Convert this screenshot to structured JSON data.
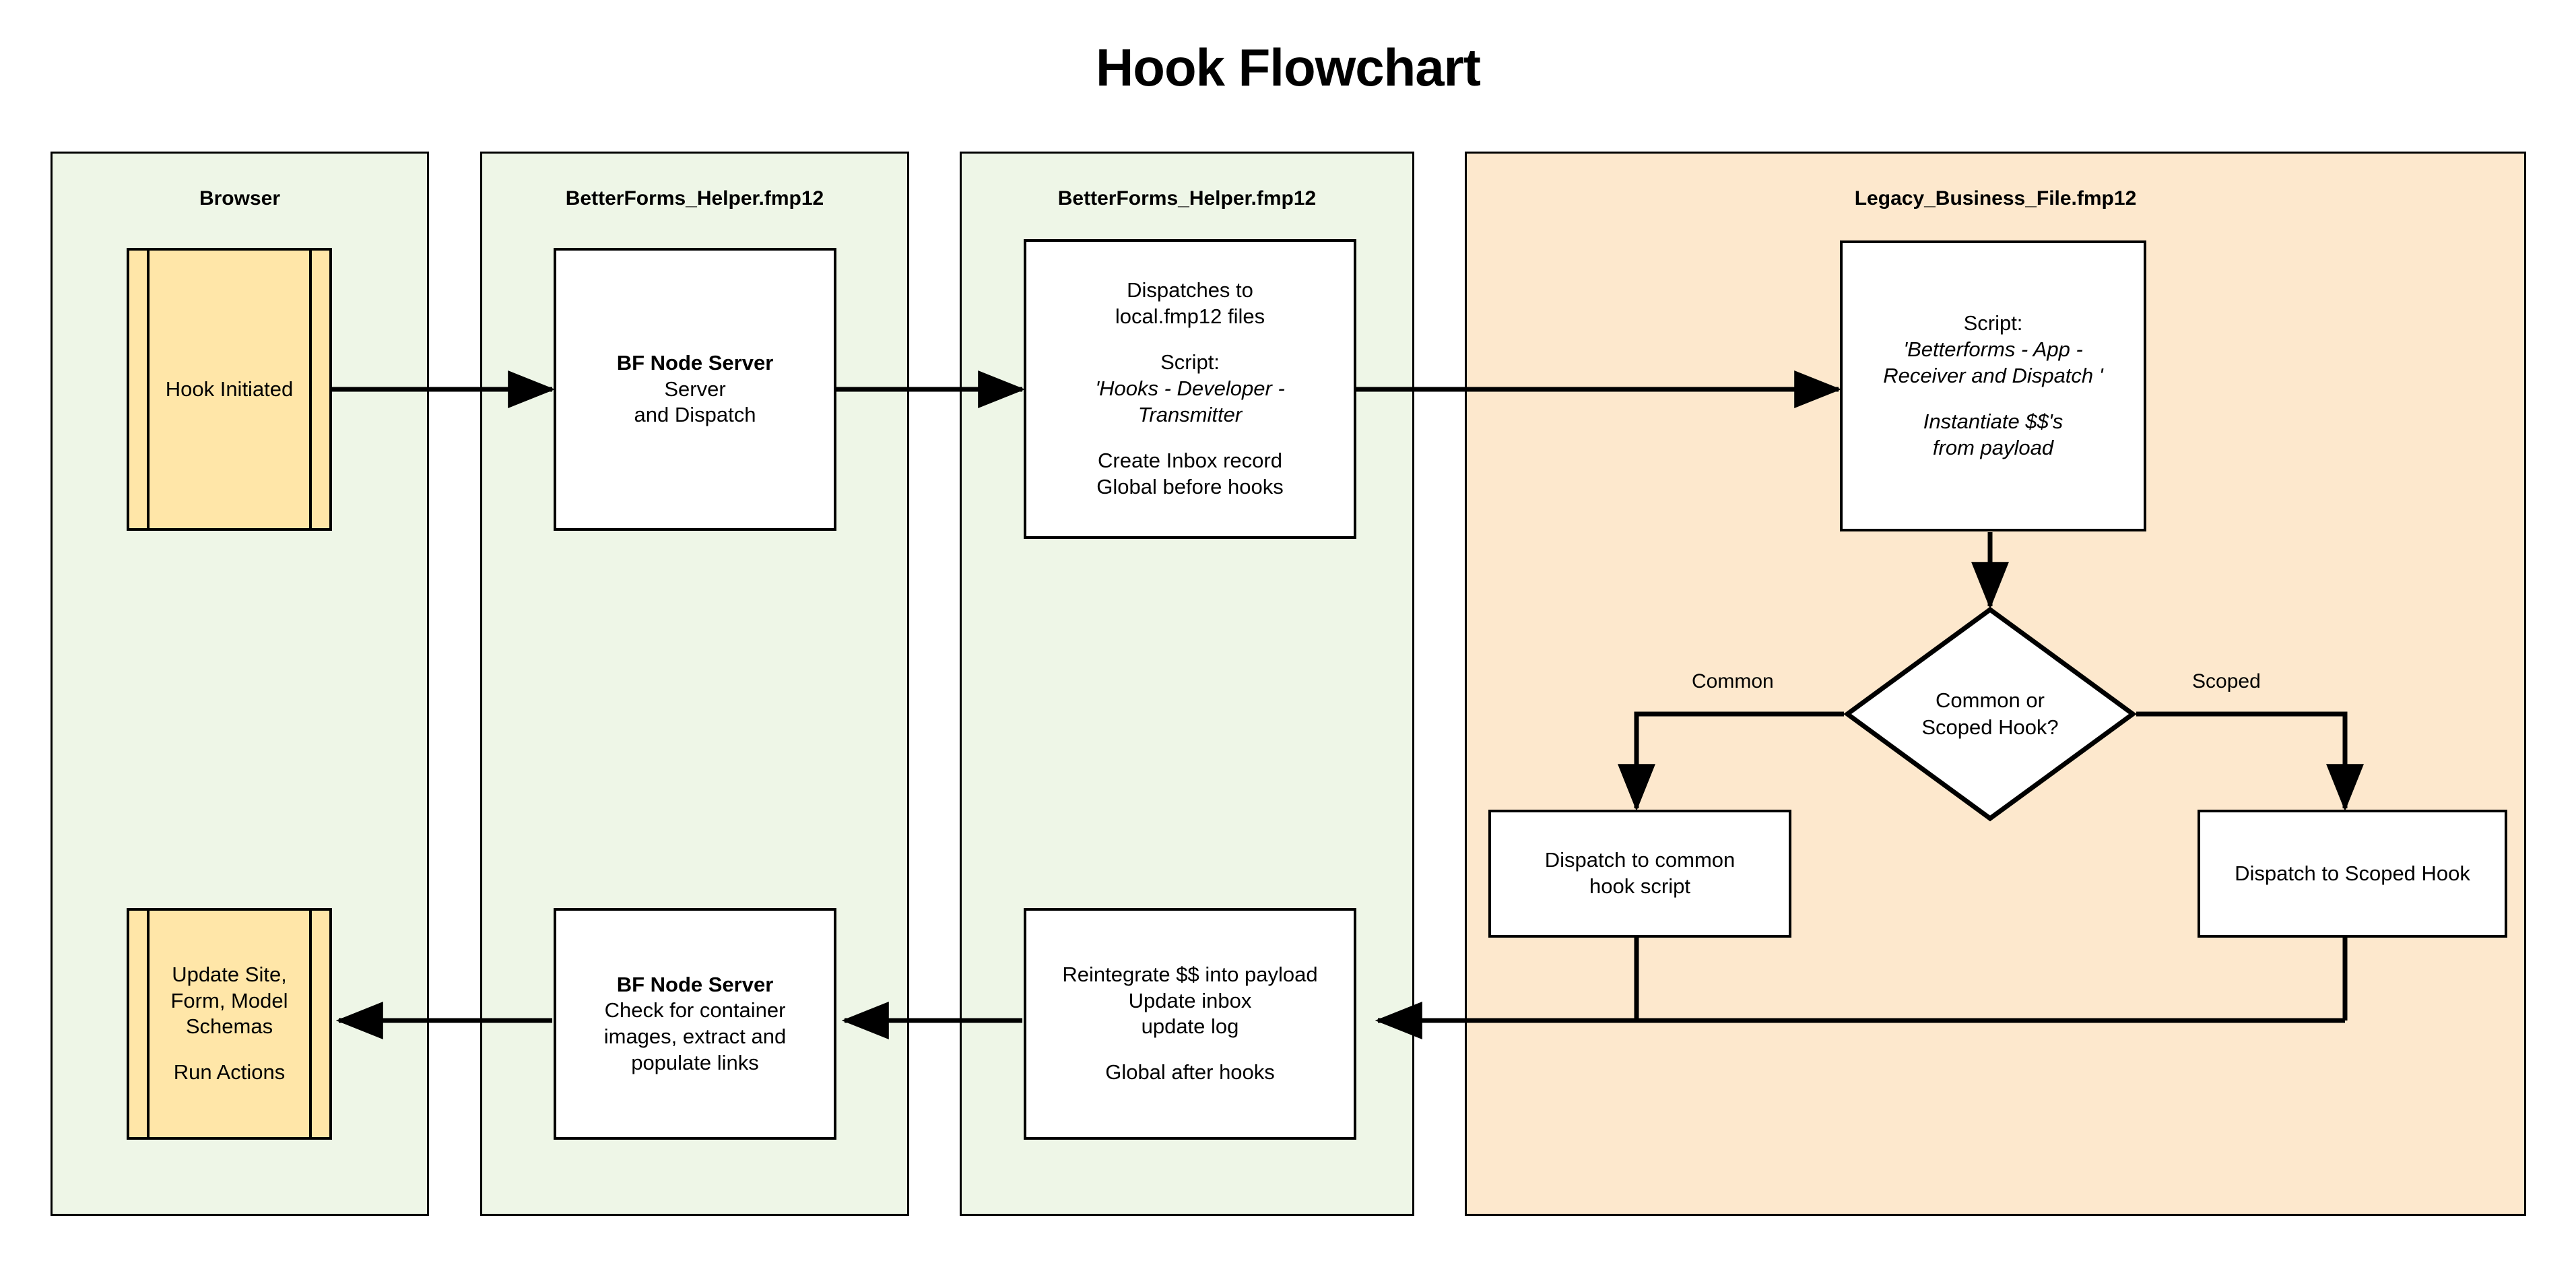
{
  "title": "Hook Flowchart",
  "colors": {
    "lane_green": "#eef6e7",
    "lane_orange": "#fde8cd",
    "predefined_fill": "#ffe6a8",
    "node_fill": "#ffffff",
    "stroke": "#000000"
  },
  "lanes": [
    {
      "id": "browser",
      "label": "Browser"
    },
    {
      "id": "helper-left",
      "label": "BetterForms_Helper.fmp12"
    },
    {
      "id": "helper-right",
      "label": "BetterForms_Helper.fmp12"
    },
    {
      "id": "legacy",
      "label": "Legacy_Business_File.fmp12"
    }
  ],
  "nodes": {
    "hook_initiated": {
      "text": "Hook Initiated"
    },
    "bf_node_server_top": {
      "line1": "BF Node Server",
      "line2": "Server",
      "line3": "and Dispatch"
    },
    "transmitter": {
      "line1": "Dispatches to",
      "line2": "local.fmp12 files",
      "line3": "Script:",
      "line4": "'Hooks - Developer -",
      "line5": "Transmitter",
      "line6": "Create Inbox record",
      "line7": "Global before hooks"
    },
    "receiver": {
      "line1": "Script:",
      "line2": "'Betterforms - App -",
      "line3": "Receiver and Dispatch '",
      "line4": "Instantiate $$'s",
      "line5": "from payload"
    },
    "decision": {
      "line1": "Common or",
      "line2": "Scoped Hook?"
    },
    "dispatch_common": {
      "line1": "Dispatch to common",
      "line2": "hook script"
    },
    "dispatch_scoped": {
      "line1": "Dispatch to Scoped Hook"
    },
    "reintegrate": {
      "line1": "Reintegrate $$ into payload",
      "line2": "Update inbox",
      "line3": "update log",
      "line4": "Global after hooks"
    },
    "bf_node_server_bottom": {
      "line1": "BF Node Server",
      "line2": "Check for container",
      "line3": "images, extract and",
      "line4": "populate links"
    },
    "update_schemas": {
      "line1": "Update Site,",
      "line2": "Form, Model",
      "line3": "Schemas",
      "line4": "Run Actions"
    }
  },
  "edge_labels": {
    "common": "Common",
    "scoped": "Scoped"
  }
}
